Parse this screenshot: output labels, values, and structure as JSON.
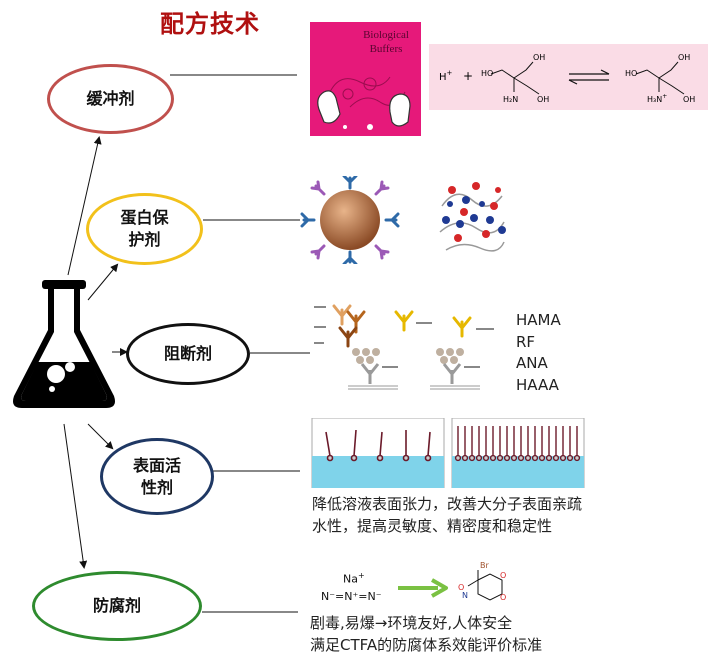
{
  "title": "配方技术",
  "nodes": {
    "buffer": "缓冲剂",
    "protein_protect": "蛋白保护剂",
    "blocking": "阻断剂",
    "surfactant": "表面活性剂",
    "preservative": "防腐剂"
  },
  "buffer": {
    "book_title": "Biological Buffers",
    "reaction_h": "H",
    "reaction_plus": "+"
  },
  "blocking": {
    "interferents": [
      "HAMA",
      "RF",
      "ANA",
      "HAAA"
    ]
  },
  "surfactant": {
    "desc_line1": "降低溶液表面张力，改善大分子表面亲疏",
    "desc_line2": "水性，提高灵敏度、精密度和稳定性"
  },
  "preservative": {
    "azide_cation": "Na",
    "azide_anion": "N⁻=N⁺=N⁻",
    "bronidox_label": "Br",
    "desc_line1": "剧毒,易爆→环境友好,人体安全",
    "desc_line2": "满足CTFA的防腐体系效能评价标准"
  },
  "colors": {
    "title": "#b01010",
    "buffer_ring": "#c0504d",
    "protein_ring": "#f2c11b",
    "blocking_ring": "#111111",
    "surfactant_ring": "#1f3864",
    "preservative_ring": "#2e8b2e",
    "arrow_green": "#7ac142"
  }
}
